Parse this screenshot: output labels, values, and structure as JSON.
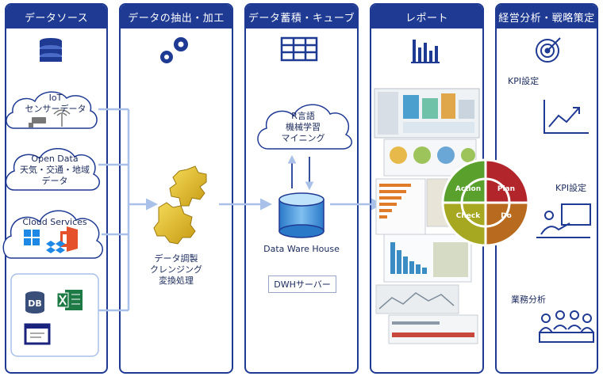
{
  "columns": {
    "data_source": "データソース",
    "extraction": "データの抽出・加工",
    "storage": "データ蓄積・キューブ",
    "report": "レポート",
    "management": "経営分析・戦略策定"
  },
  "sources": {
    "iot": {
      "line1": "IoT",
      "line2": "センサーデータ"
    },
    "open_data": {
      "line1": "Open Data",
      "line2": "天気・交通・地域",
      "line3": "データ"
    },
    "cloud": "Cloud Services",
    "db_label": "DB"
  },
  "extraction": {
    "line1": "データ調製",
    "line2": "クレンジング",
    "line3": "変換処理"
  },
  "storage": {
    "cloud_line1": "R言語",
    "cloud_line2": "機械学習",
    "cloud_line3": "マイニング",
    "dwh_label": "Data Ware House",
    "dwh_server": "DWHサーバー"
  },
  "pdca": {
    "action": "Action",
    "plan": "Plan",
    "check": "Check",
    "do": "Do"
  },
  "management": {
    "kpi_setting_1": "KPI設定",
    "kpi_setting_2": "KPI設定",
    "business_analysis": "業務分析"
  },
  "colors": {
    "navy": "#1f3a93",
    "connector": "#a9c1e8",
    "action": "#5aa02c",
    "plan": "#b2262b",
    "check": "#a6a821",
    "do": "#b86a1f",
    "gear_gold": "#e5c234"
  }
}
